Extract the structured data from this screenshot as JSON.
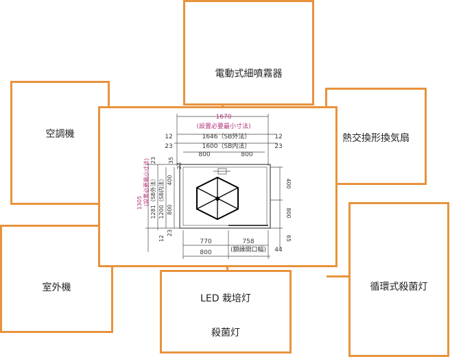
{
  "boxes": {
    "mist": "電動式細噴霧器",
    "ac": "空調機",
    "hrv": "熱交換形換気扇",
    "outdoor": "室外機",
    "led": "LED 栽培灯",
    "uv": "殺菌灯",
    "circ": "循環式殺菌灯"
  },
  "plan": {
    "top_dim_min": "1670",
    "top_dim_min_note": "(設置必要最小寸法)",
    "side_margin_outer": "12",
    "outer_width": "1646（SB外法）",
    "side_margin_inner": "23",
    "inner_width": "1600（SB内法）",
    "top_left_half": "800",
    "top_right_half": "800",
    "left_min": "1305",
    "left_min_note": "(設置必要最小寸法)",
    "left_outer": "1281（SB外法）",
    "left_inner": "1200（SB内法）",
    "left_23": "23",
    "left_400": "400",
    "left_800": "800",
    "bottom_23": "23",
    "bottom_12": "12",
    "top_left_12": "12",
    "top_left_23": "23",
    "vert_35": "35",
    "vert_23": "23",
    "right_400": "400",
    "right_800": "800",
    "right_65": "65",
    "bottom_770": "770",
    "bottom_800": "800",
    "bottom_758": "758",
    "bottom_758_note": "(額縁開口幅)",
    "bottom_44": "44"
  }
}
